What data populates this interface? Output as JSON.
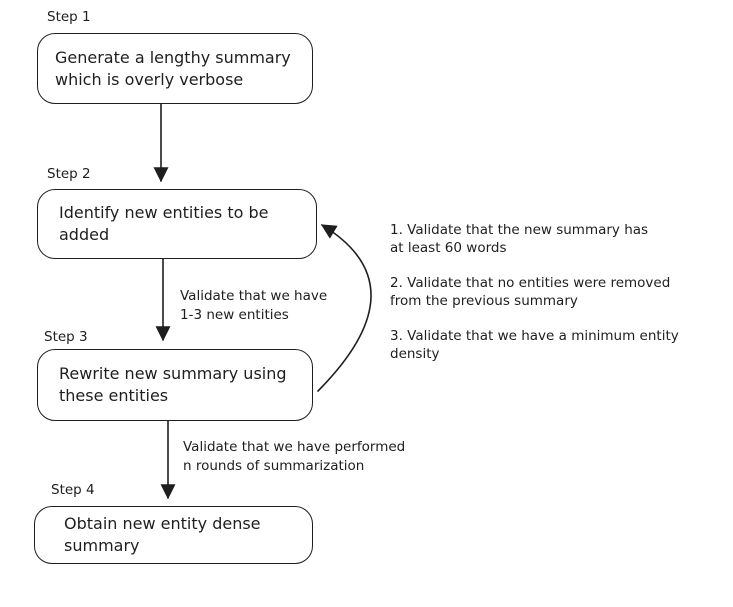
{
  "diagram": {
    "title_semantic": "entity-dense-summary-flowchart",
    "colors": {
      "stroke": "#1e1e1e",
      "background": "#ffffff"
    },
    "steps": [
      {
        "label": "Step 1",
        "lines": [
          "Generate a lengthy summary",
          "which is overly verbose"
        ]
      },
      {
        "label": "Step 2",
        "lines": [
          "Identify new entities to be",
          "added"
        ]
      },
      {
        "label": "Step 3",
        "lines": [
          "Rewrite new summary using",
          "these entities"
        ]
      },
      {
        "label": "Step 4",
        "lines": [
          "Obtain new entity dense",
          "summary"
        ]
      }
    ],
    "arrow_captions": [
      {
        "lines": [
          "Validate that we have",
          "1-3 new entities"
        ]
      },
      {
        "lines": [
          "Validate that we have performed",
          "n rounds of summarization"
        ]
      }
    ],
    "validation_notes": [
      {
        "lines": [
          "1. Validate that the new summary has",
          "at least 60 words"
        ]
      },
      {
        "lines": [
          "2. Validate that no entities were removed",
          "from the previous summary"
        ]
      },
      {
        "lines": [
          "3. Validate that we have a minimum entity",
          "density"
        ]
      }
    ]
  }
}
